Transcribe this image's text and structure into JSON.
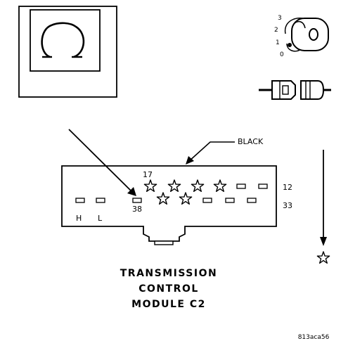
{
  "meter": {
    "symbol": "Ω",
    "symbol_name": "ohm-symbol"
  },
  "ignition": {
    "positions": [
      "3",
      "2",
      "1",
      "0"
    ]
  },
  "connector": {
    "color_label": "BLACK",
    "pin_labels": {
      "pin_17": "17",
      "pin_12": "12",
      "pin_38": "38",
      "pin_33": "33",
      "pin_h": "H",
      "pin_l": "L"
    }
  },
  "caption": {
    "line1": "TRANSMISSION",
    "line2": "CONTROL",
    "line3": "MODULE C2"
  },
  "figure_code": "813aca56",
  "colors": {
    "line": "#000000",
    "background": "#ffffff"
  }
}
